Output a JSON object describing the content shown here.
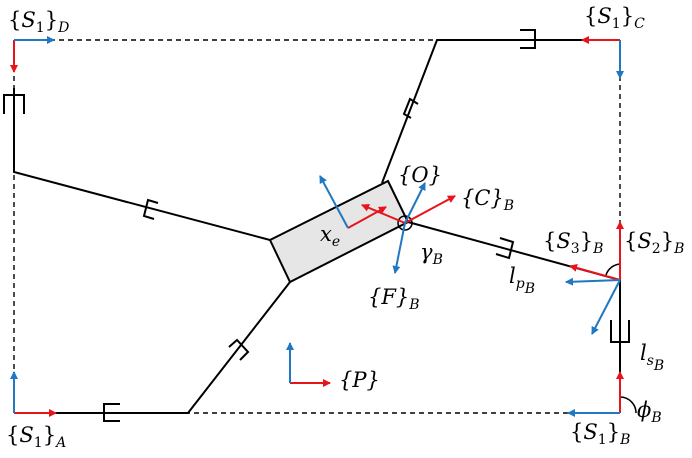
{
  "labels": {
    "s1d": {
      "open": "{",
      "sym": "S",
      "num": "1",
      "close": "}",
      "sub": "D"
    },
    "s1c": {
      "open": "{",
      "sym": "S",
      "num": "1",
      "close": "}",
      "sub": "C"
    },
    "s1a": {
      "open": "{",
      "sym": "S",
      "num": "1",
      "close": "}",
      "sub": "A"
    },
    "s1b": {
      "open": "{",
      "sym": "S",
      "num": "1",
      "close": "}",
      "sub": "B"
    },
    "o": "{O}",
    "cb": {
      "main": "{C}",
      "sub": "B"
    },
    "fb": {
      "main": "{F}",
      "sub": "B"
    },
    "xe": {
      "main": "x",
      "sub": "e"
    },
    "gamma": {
      "main": "γ",
      "sub": "B"
    },
    "s3b": {
      "open": "{",
      "sym": "S",
      "num": "3",
      "close": "}",
      "sub": "B"
    },
    "s2b": {
      "open": "{",
      "sym": "S",
      "num": "2",
      "close": "}",
      "sub": "B"
    },
    "lp": {
      "main": "l",
      "sub": "p",
      "subsub": "B"
    },
    "ls": {
      "main": "l",
      "sub": "s",
      "subsub": "B"
    },
    "phi": {
      "main": "ϕ",
      "sub": "B"
    },
    "p": "{P}"
  },
  "colors": {
    "red_axis": "#e8141b",
    "blue_axis": "#1f78c1",
    "platform_fill": "#e6e6e6",
    "line": "#000000"
  },
  "icons": {
    "prismatic_joint": "bracket-slider-symbol",
    "revolute_joint": "arc-symbol"
  }
}
